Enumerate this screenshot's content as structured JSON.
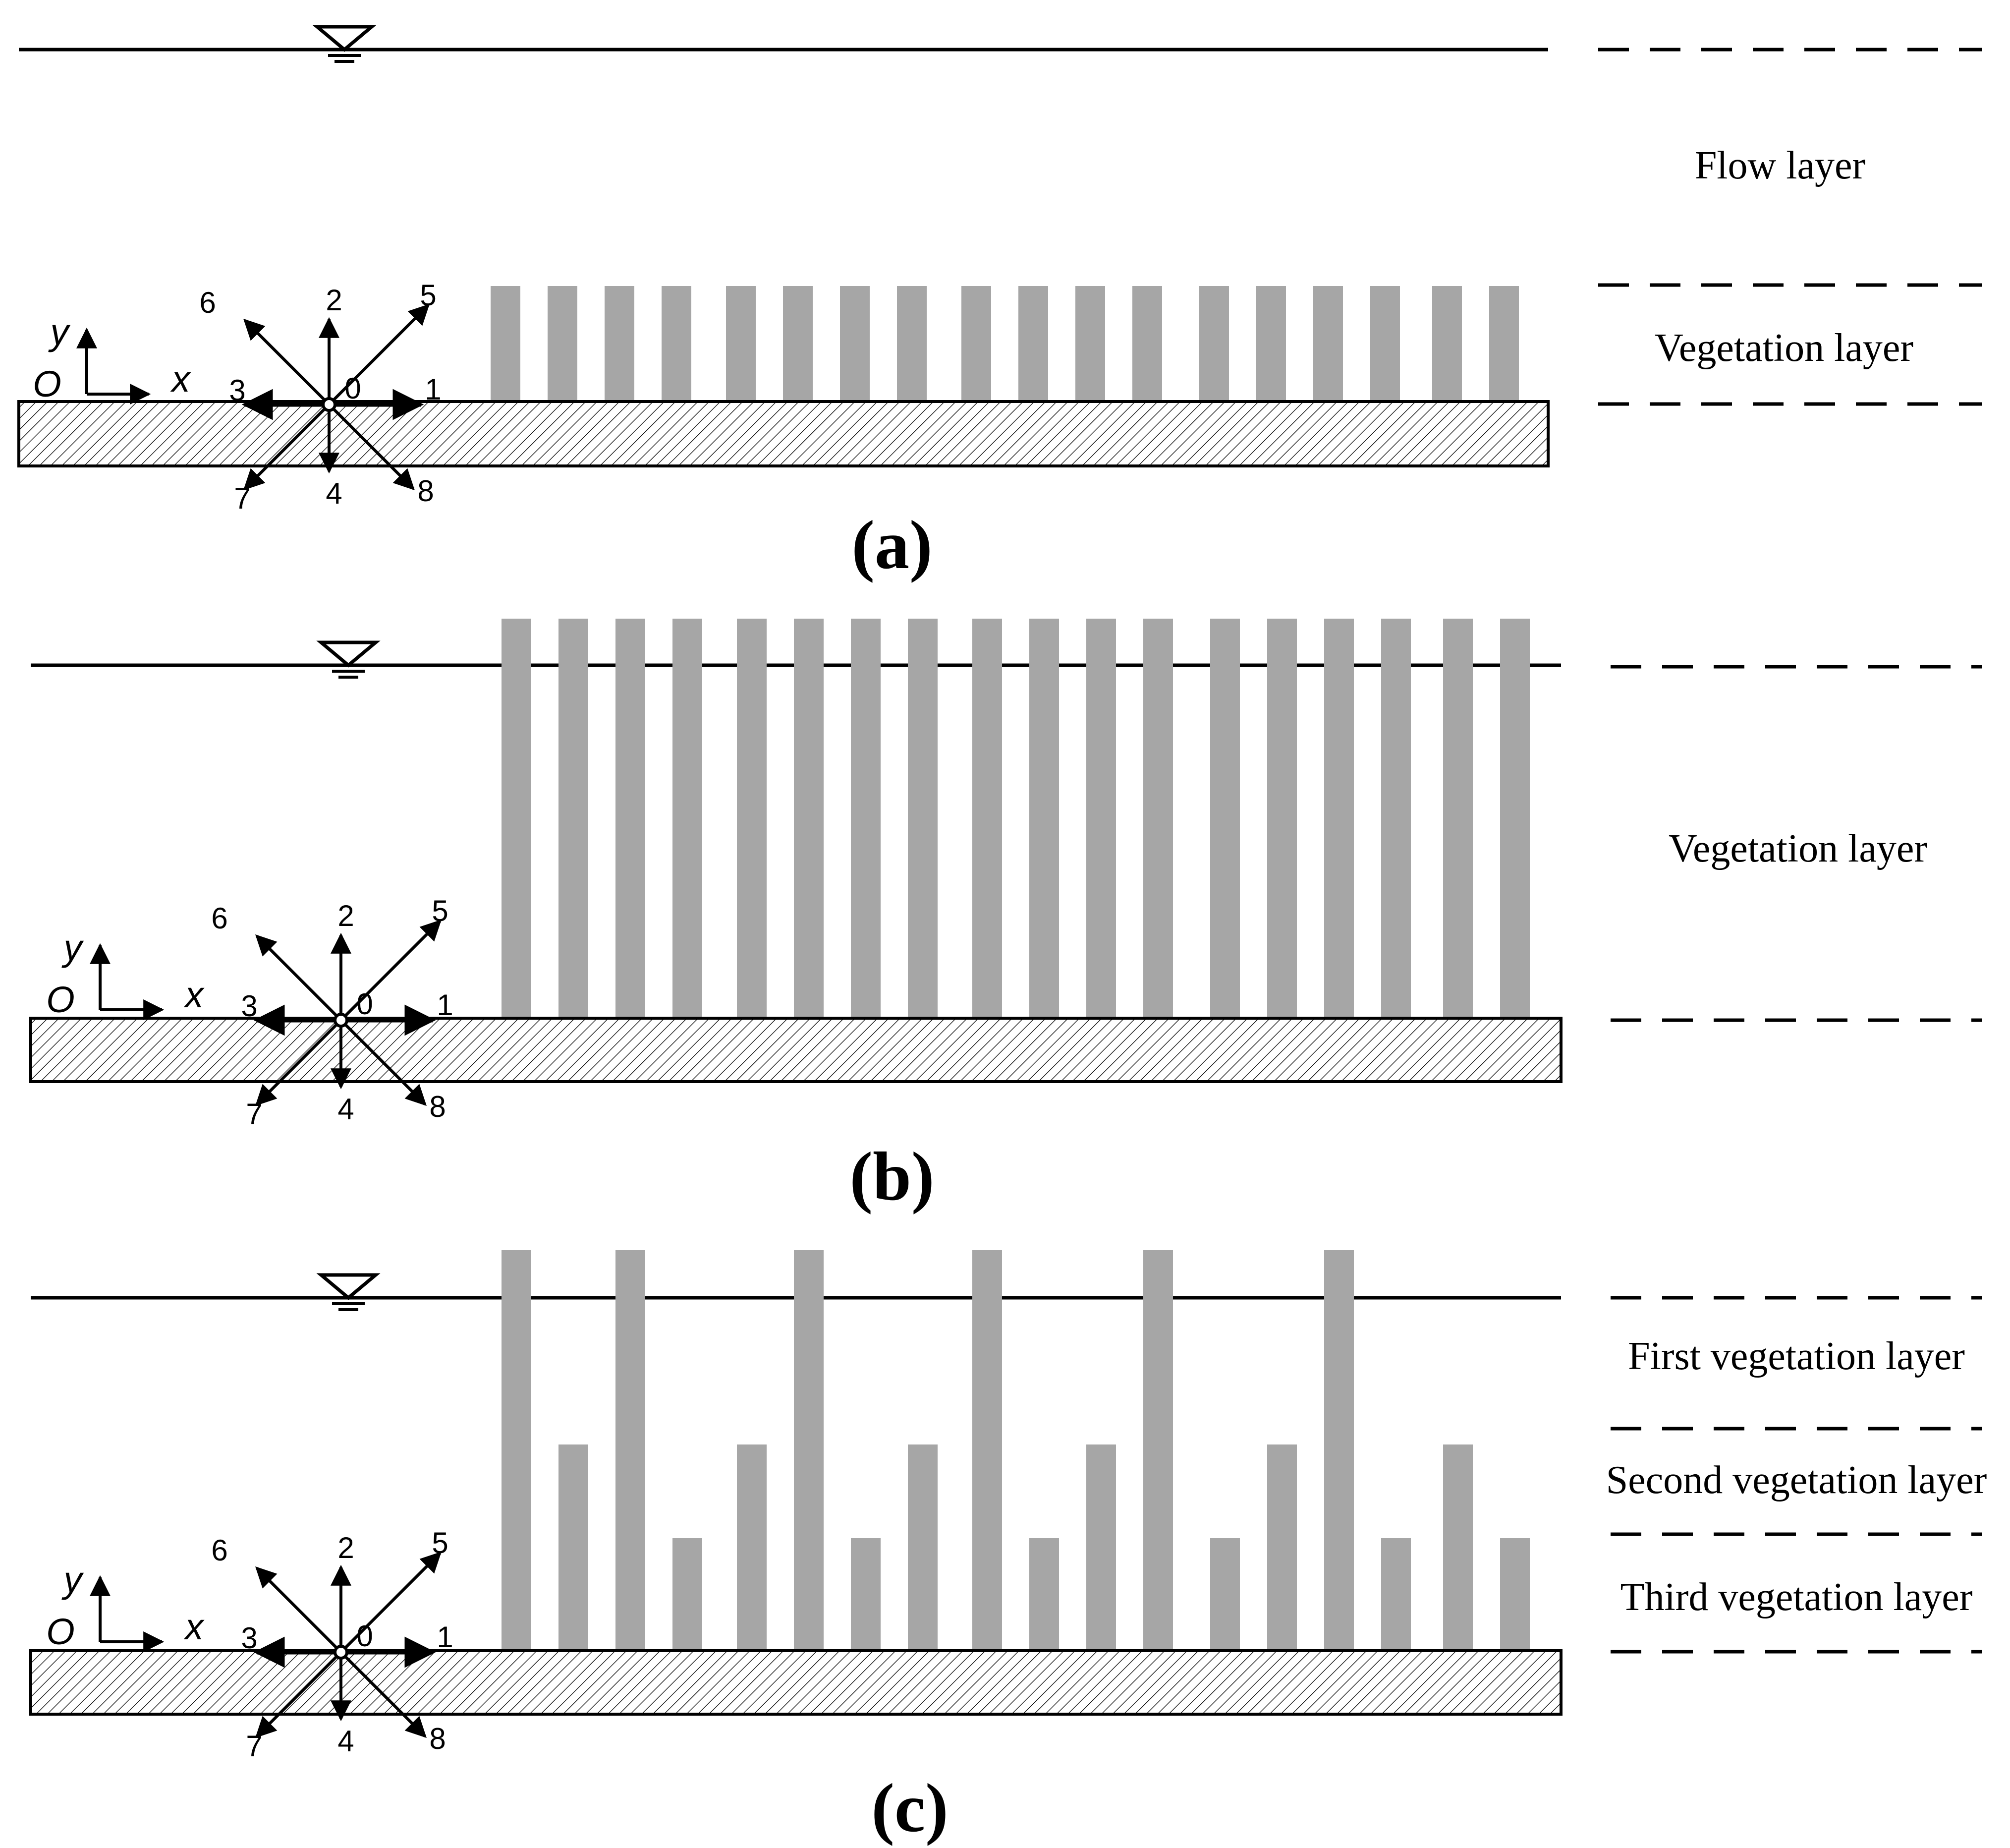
{
  "figure": {
    "colors": {
      "vegetation": "#a6a6a6",
      "line": "#000000",
      "bed_fill": "#ffffff"
    },
    "panels": [
      {
        "id": "a",
        "label": "(a)",
        "layers": [
          "Flow layer",
          "Vegetation layer"
        ],
        "stem_pattern": "uniform-submerged"
      },
      {
        "id": "b",
        "label": "(b)",
        "layers": [
          "Vegetation layer"
        ],
        "stem_pattern": "uniform-emergent"
      },
      {
        "id": "c",
        "label": "(c)",
        "layers": [
          "First vegetation layer",
          "Second vegetation layer",
          "Third vegetation layer"
        ],
        "stem_pattern": "three-height-emergent"
      }
    ],
    "lattice": {
      "direction_labels": [
        "0",
        "1",
        "2",
        "3",
        "4",
        "5",
        "6",
        "7",
        "8"
      ],
      "axis_x": "x",
      "axis_y": "y",
      "origin": "O"
    },
    "icons": [
      "water-surface-icon",
      "hatched-bed-icon",
      "d2q9-lattice-icon"
    ]
  }
}
